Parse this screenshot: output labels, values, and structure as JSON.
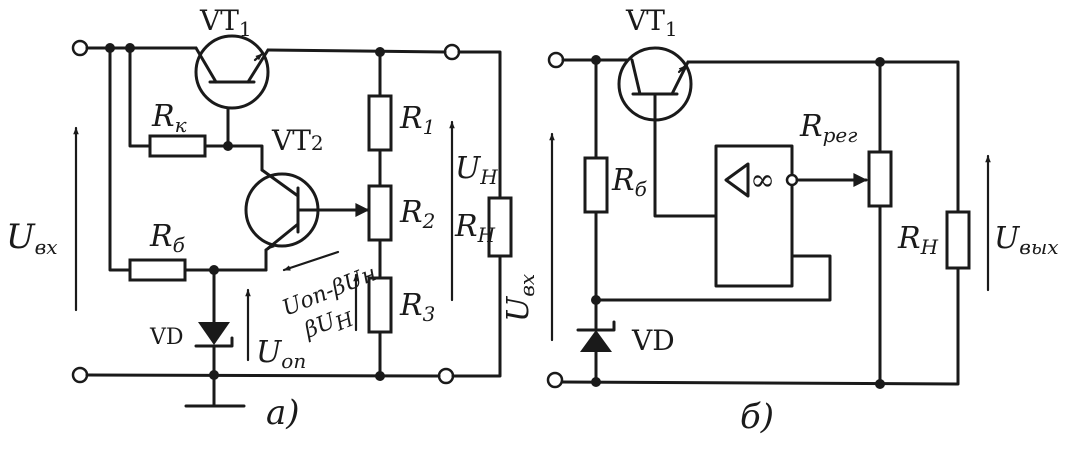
{
  "diagram_a": {
    "caption": "а)",
    "vt1": {
      "base": "VT",
      "sub": "1"
    },
    "vt2": {
      "base": "VT",
      "sub": "2"
    },
    "rk": {
      "base": "R",
      "sub": "к"
    },
    "rb": {
      "base": "R",
      "sub": "б"
    },
    "r1": {
      "base": "R",
      "sub": "1"
    },
    "r2": {
      "base": "R",
      "sub": "2"
    },
    "r3": {
      "base": "R",
      "sub": "3"
    },
    "rn": {
      "base": "R",
      "sub": "Н"
    },
    "vd": "VD",
    "u_in": {
      "base": "U",
      "sub": "вх"
    },
    "u_load": {
      "base": "U",
      "sub": "Н"
    },
    "u_ref": {
      "base": "U",
      "sub": "оп"
    },
    "u_diff": "Uоп-βUн",
    "beta_u": {
      "base": "βU",
      "sub": "Н"
    }
  },
  "diagram_b": {
    "caption": "б)",
    "vt1": {
      "base": "VT",
      "sub": "1"
    },
    "rb": {
      "base": "R",
      "sub": "б"
    },
    "rreg": {
      "base": "R",
      "sub": "рег"
    },
    "rn": {
      "base": "R",
      "sub": "Н"
    },
    "vd": "VD",
    "u_in": {
      "base": "U",
      "sub": "вх"
    },
    "u_out": {
      "base": "U",
      "sub": "вых"
    },
    "opamp_symbol": "∞"
  }
}
